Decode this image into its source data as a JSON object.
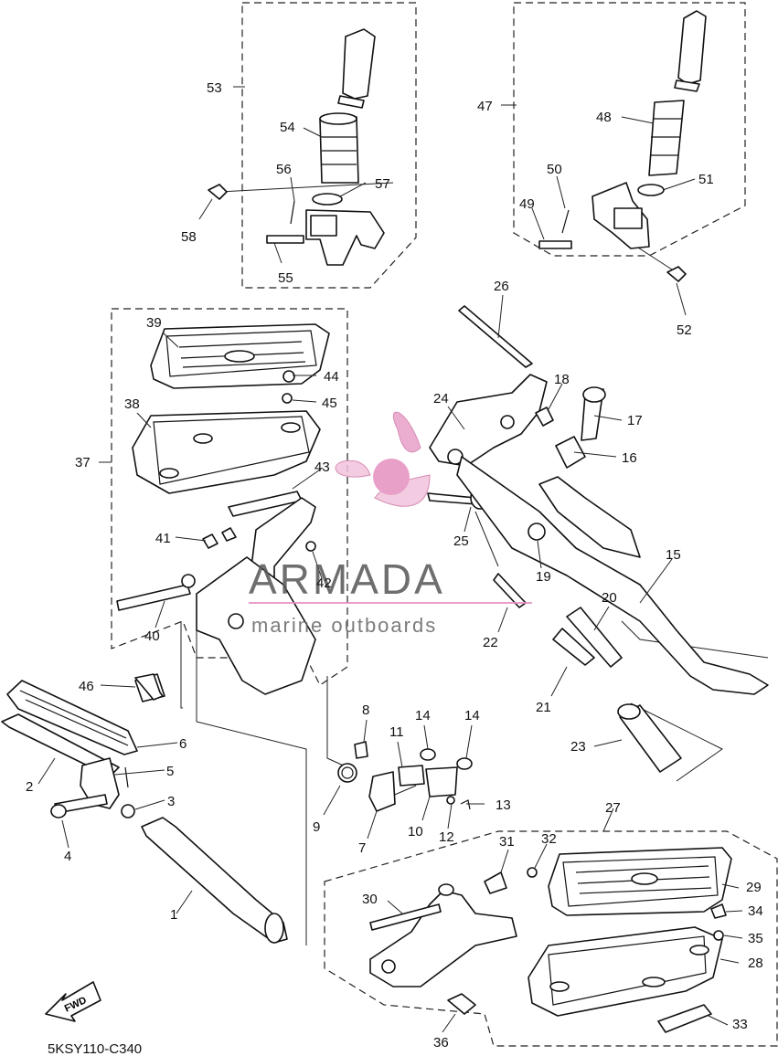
{
  "diagram_code": "5KSY110-C340",
  "fwd_label": "FWD",
  "watermark": {
    "brand": "ARMADA",
    "tagline": "marine outboards"
  },
  "callouts": [
    "1",
    "2",
    "3",
    "4",
    "5",
    "6",
    "7",
    "8",
    "9",
    "10",
    "11",
    "12",
    "13",
    "14",
    "14",
    "15",
    "16",
    "17",
    "18",
    "19",
    "20",
    "21",
    "22",
    "23",
    "24",
    "25",
    "26",
    "27",
    "28",
    "29",
    "30",
    "31",
    "32",
    "33",
    "34",
    "35",
    "36",
    "37",
    "38",
    "39",
    "40",
    "41",
    "42",
    "43",
    "44",
    "45",
    "46",
    "47",
    "48",
    "49",
    "50",
    "51",
    "52",
    "53",
    "54",
    "55",
    "56",
    "57",
    "58"
  ]
}
